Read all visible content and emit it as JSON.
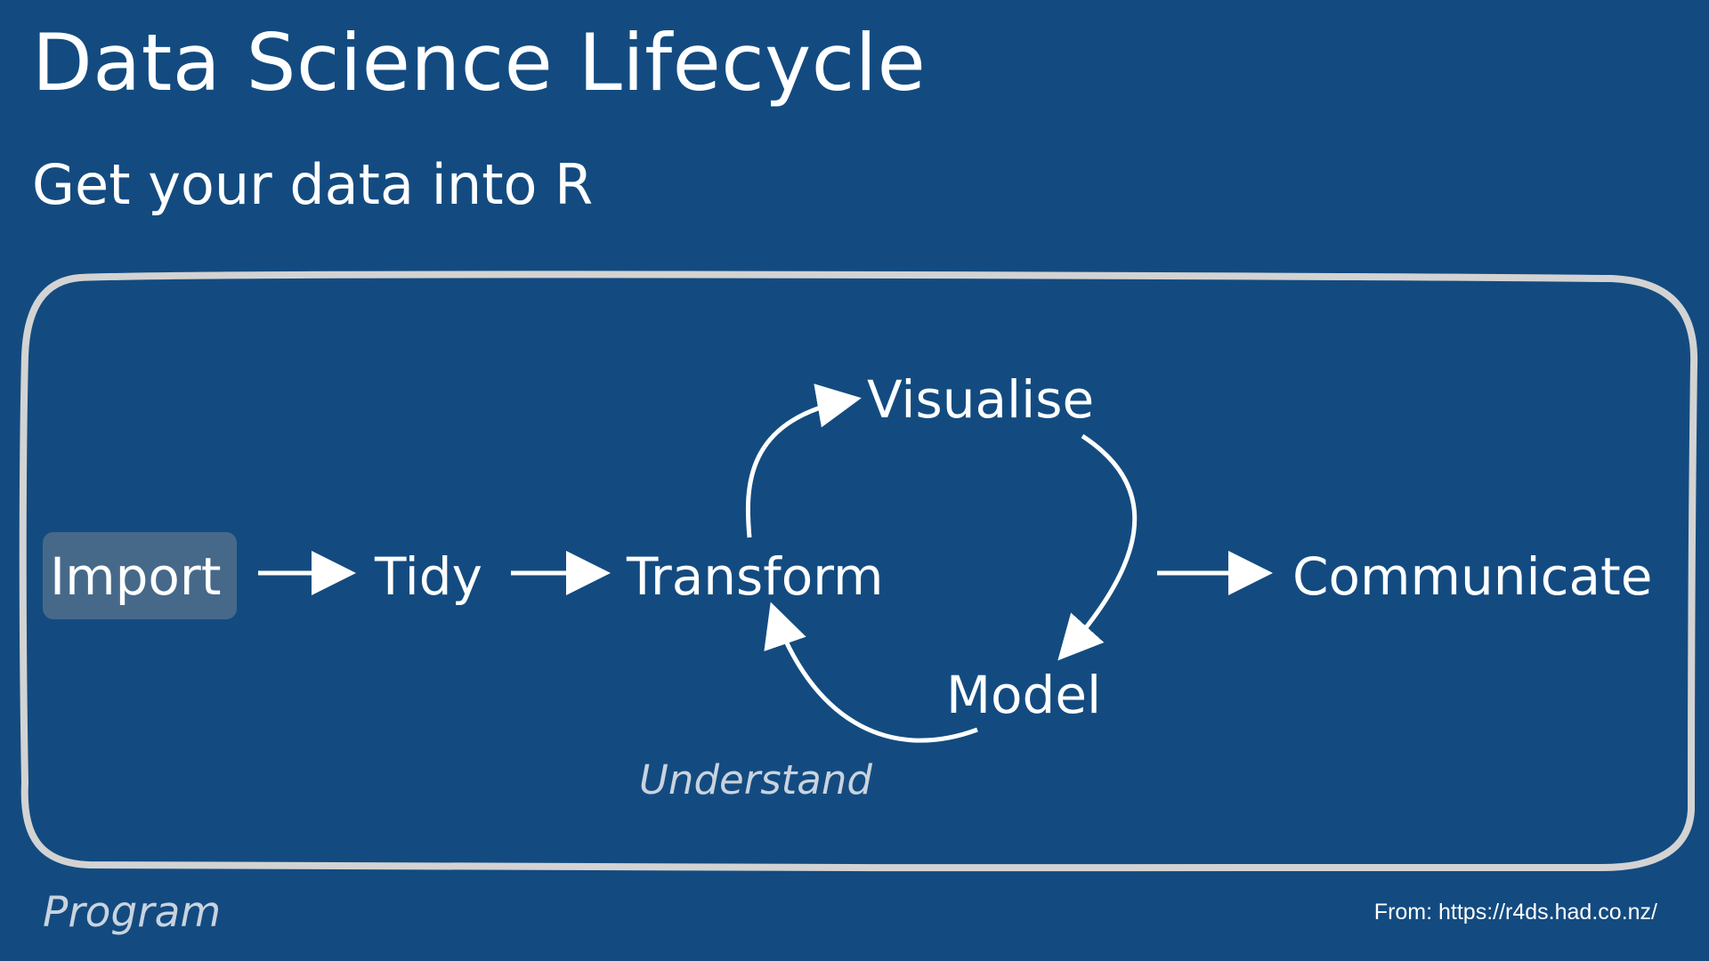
{
  "slide": {
    "title": "Data Science Lifecycle",
    "subtitle": "Get your data into R",
    "source": "From: https://r4ds.had.co.nz/"
  },
  "diagram": {
    "nodes": {
      "import": "Import",
      "tidy": "Tidy",
      "transform": "Transform",
      "visualise": "Visualise",
      "model": "Model",
      "communicate": "Communicate"
    },
    "groups": {
      "understand": "Understand",
      "program": "Program"
    },
    "highlighted_node": "Import"
  },
  "colors": {
    "background": "#134b80",
    "frame": "#d3d3d3",
    "highlight": "#46698a",
    "text": "#ffffff",
    "muted_text": "#c9d3df"
  }
}
